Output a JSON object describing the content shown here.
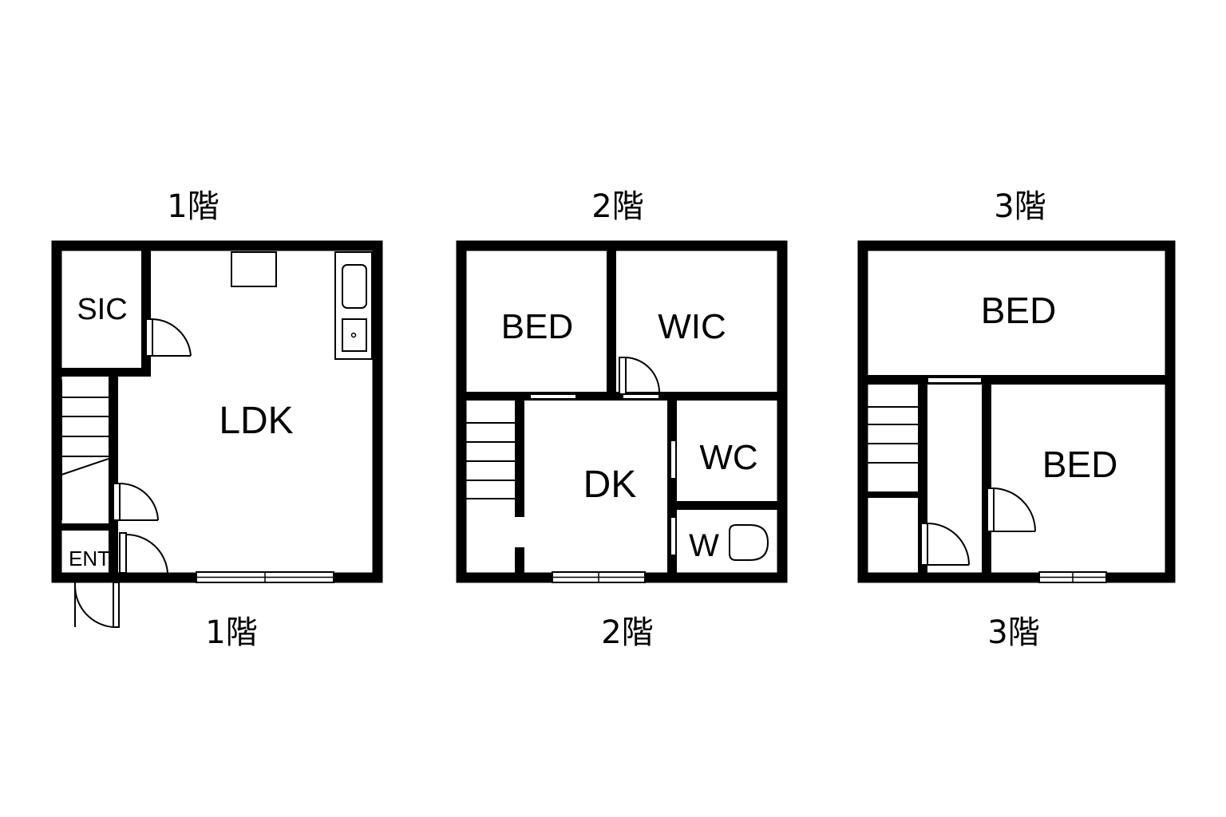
{
  "floors": [
    {
      "top_label": "1階",
      "bottom_label": "1階",
      "rooms": {
        "sic": "SIC",
        "ldk": "LDK",
        "ent": "ENT"
      }
    },
    {
      "top_label": "2階",
      "bottom_label": "2階",
      "rooms": {
        "bed": "BED",
        "wic": "WIC",
        "dk": "DK",
        "wc": "WC",
        "w": "W"
      }
    },
    {
      "top_label": "3階",
      "bottom_label": "3階",
      "rooms": {
        "bed_top": "BED",
        "bed_right": "BED"
      }
    }
  ],
  "colors": {
    "wall": "#000000",
    "background": "#ffffff"
  },
  "icons": [
    "door-swing-icon",
    "staircase-icon",
    "window-icon",
    "kitchen-sink-icon",
    "toilet-icon"
  ]
}
